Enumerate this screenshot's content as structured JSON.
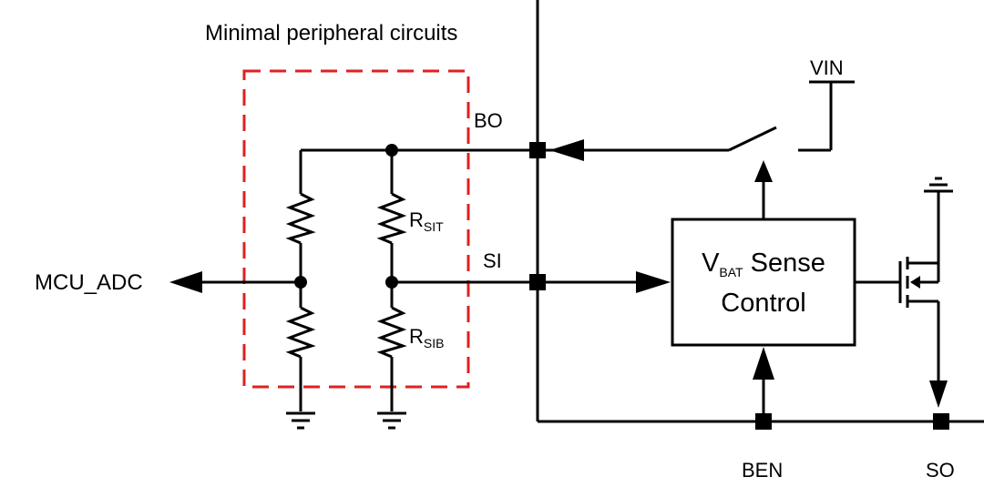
{
  "title": "Minimal peripheral circuits",
  "pins": {
    "bo": "BO",
    "si": "SI",
    "vin": "VIN",
    "ben": "BEN",
    "so": "SO",
    "mcu_adc": "MCU_ADC"
  },
  "resistors": {
    "top": {
      "main": "R",
      "sub": "SIT"
    },
    "bottom": {
      "main": "R",
      "sub": "SIB"
    }
  },
  "block": {
    "line1_main": "V",
    "line1_sub": "BAT",
    "line1_rest": " Sense",
    "line2": "Control"
  },
  "colors": {
    "wire": "#000000",
    "boundary": "#e02020"
  }
}
